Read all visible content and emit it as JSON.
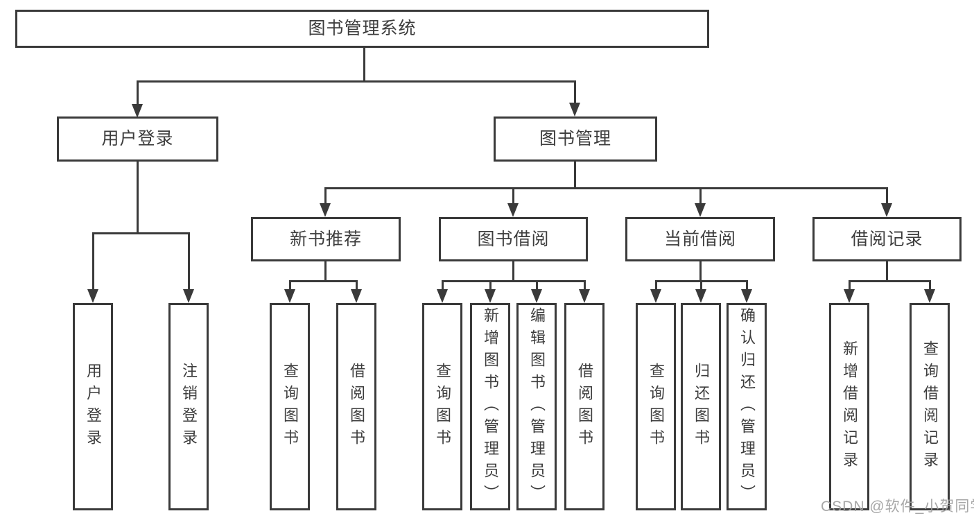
{
  "diagram": {
    "root_label": "图书管理系统",
    "level2": {
      "user_login": "用户登录",
      "book_management": "图书管理"
    },
    "level3": {
      "new_book_recommend": "新书推荐",
      "book_borrow": "图书借阅",
      "current_borrow": "当前借阅",
      "borrow_record": "借阅记录"
    },
    "level4": {
      "login": "用户登录",
      "logout": "注销登录",
      "nbr_query": "查询图书",
      "nbr_borrow": "借阅图书",
      "bb_query": "查询图书",
      "bb_add": "新增图书（管理员）",
      "bb_edit": "编辑图书（管理员）",
      "bb_borrow": "借阅图书",
      "cb_query": "查询图书",
      "cb_return": "归还图书",
      "cb_confirm": "确认归还（管理员）",
      "br_add": "新增借阅记录",
      "br_query": "查询借阅记录"
    },
    "watermark": "CSDN @软件_小贺同学"
  }
}
